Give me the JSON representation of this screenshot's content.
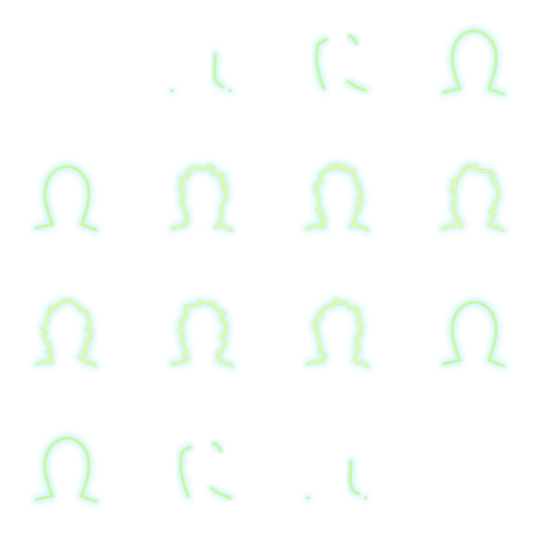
{
  "sprite_sheet": {
    "grid": {
      "columns": 4,
      "rows": 4
    },
    "colors": {
      "background": "#ffffff",
      "glow": "#a6f0e8",
      "core": "#c8f7a8",
      "inner": "#f3f7b0"
    },
    "frames": [
      {
        "index": 1,
        "name": "frame-1",
        "state": "empty"
      },
      {
        "index": 2,
        "name": "frame-2",
        "state": "fragments"
      },
      {
        "index": 3,
        "name": "frame-3",
        "state": "partial"
      },
      {
        "index": 4,
        "name": "frame-4",
        "state": "smooth"
      },
      {
        "index": 5,
        "name": "frame-5",
        "state": "smooth"
      },
      {
        "index": 6,
        "name": "frame-6",
        "state": "jagged"
      },
      {
        "index": 7,
        "name": "frame-7",
        "state": "jagged"
      },
      {
        "index": 8,
        "name": "frame-8",
        "state": "jagged"
      },
      {
        "index": 9,
        "name": "frame-9",
        "state": "jagged"
      },
      {
        "index": 10,
        "name": "frame-10",
        "state": "jagged"
      },
      {
        "index": 11,
        "name": "frame-11",
        "state": "jagged"
      },
      {
        "index": 12,
        "name": "frame-12",
        "state": "smooth"
      },
      {
        "index": 13,
        "name": "frame-13",
        "state": "smooth"
      },
      {
        "index": 14,
        "name": "frame-14",
        "state": "partial"
      },
      {
        "index": 15,
        "name": "frame-15",
        "state": "fragments"
      },
      {
        "index": 16,
        "name": "frame-16",
        "state": "empty"
      }
    ]
  }
}
